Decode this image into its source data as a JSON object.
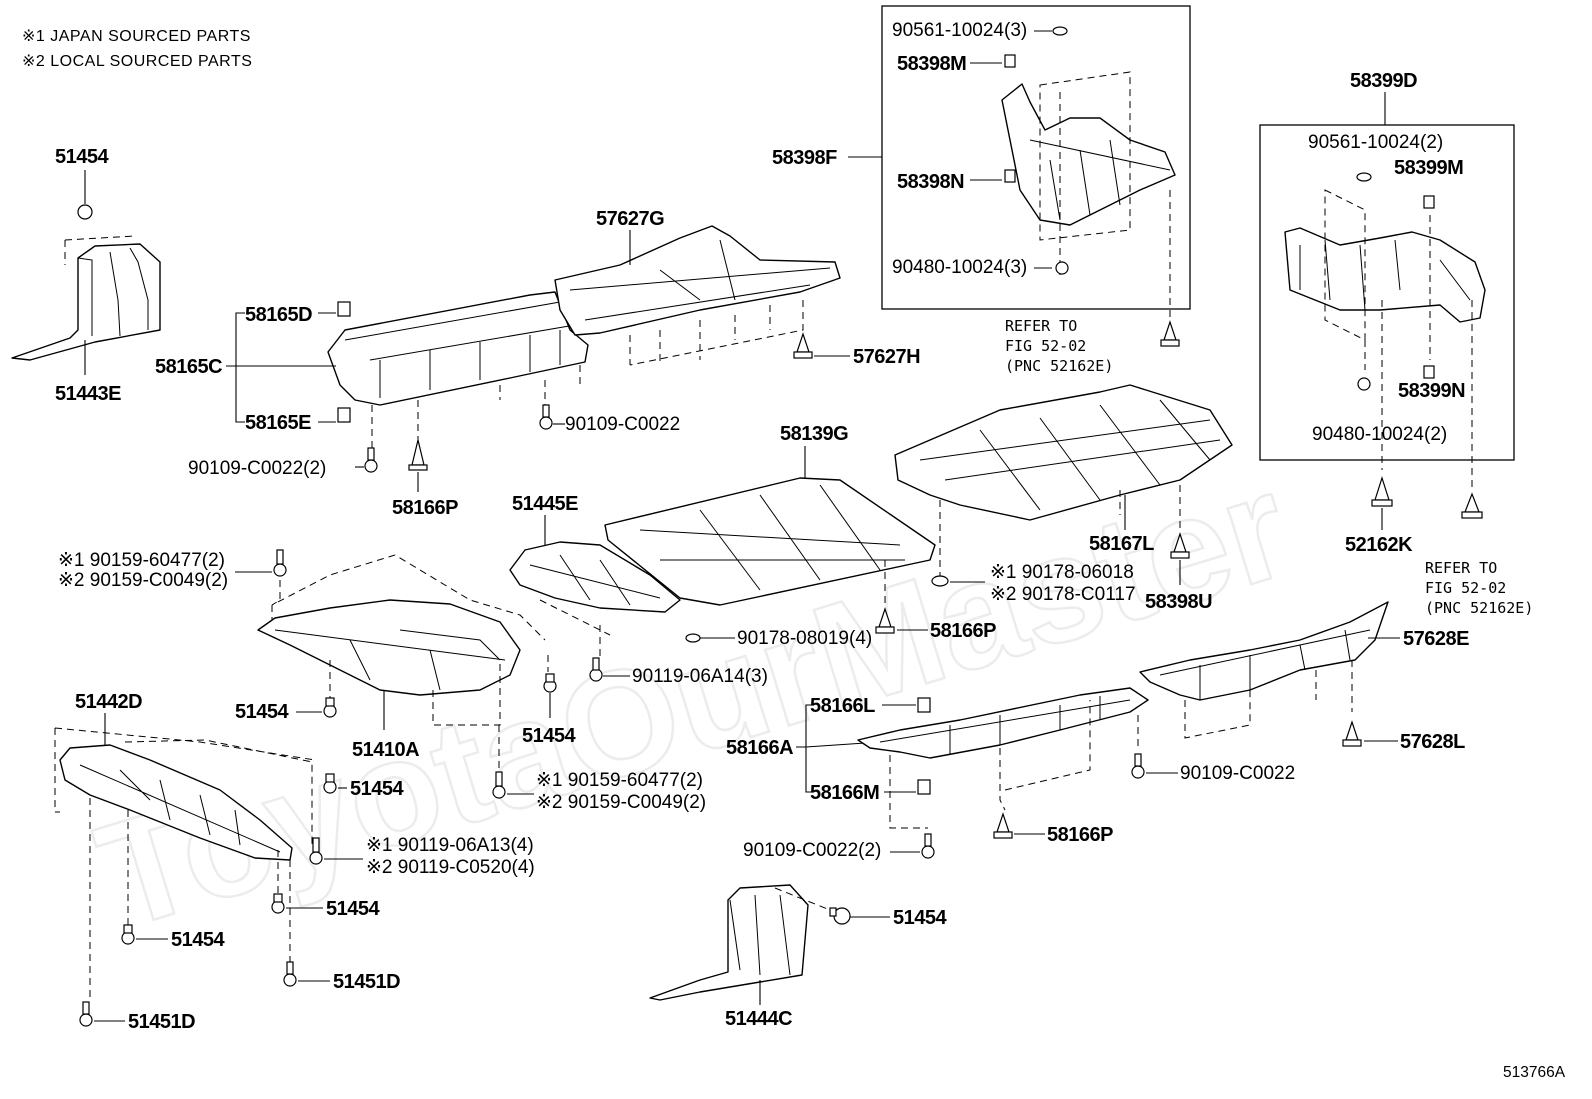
{
  "notes": {
    "note1": "※1  JAPAN SOURCED PARTS",
    "note2": "※2  LOCAL SOURCED PARTS"
  },
  "figure_id": "513766A",
  "watermark": "ToyotaOurMaster",
  "labels": {
    "p51454_a": "51454",
    "p51443E": "51443E",
    "p58165D": "58165D",
    "p58165C": "58165C",
    "p58165E": "58165E",
    "p57627G": "57627G",
    "p57627H": "57627H",
    "p90109_C0022_a": "90109-C0022",
    "p90109_C0022_2_a": "90109-C0022(2)",
    "p58166P_a": "58166P",
    "p58398F": "58398F",
    "p90561_3": "90561-10024(3)",
    "p58398M": "58398M",
    "p58398N": "58398N",
    "p90480_3": "90480-10024(3)",
    "ref1_l1": "REFER TO",
    "ref1_l2": "FIG 52-02",
    "ref1_l3": "(PNC 52162E)",
    "p58399D": "58399D",
    "p90561_2": "90561-10024(2)",
    "p58399M": "58399M",
    "p58399N": "58399N",
    "p90480_2": "90480-10024(2)",
    "p52162K": "52162K",
    "ref2_l1": "REFER TO",
    "ref2_l2": "FIG 52-02",
    "ref2_l3": "(PNC 52162E)",
    "p58139G": "58139G",
    "p58167L": "58167L",
    "p58398U": "58398U",
    "p51445E": "51445E",
    "n1_90159_60477_a": "※1 90159-60477(2)",
    "n2_90159_C0049_a": "※2 90159-C0049(2)",
    "n1_90178_06018": "※1 90178-06018",
    "n2_90178_C0117": "※2 90178-C0117",
    "p90178_08019": "90178-08019(4)",
    "p58166P_b": "58166P",
    "p90119_06A14": "90119-06A14(3)",
    "p51454_b": "51454",
    "p51410A": "51410A",
    "p51454_c": "51454",
    "p57628E": "57628E",
    "p57628L": "57628L",
    "p51442D": "51442D",
    "p51454_d": "51454",
    "n1_90159_60477_b": "※1 90159-60477(2)",
    "n2_90159_C0049_b": "※2 90159-C0049(2)",
    "n1_90119_06A13": "※1 90119-06A13(4)",
    "n2_90119_C0520": "※2 90119-C0520(4)",
    "p51454_e": "51454",
    "p51454_f": "51454",
    "p51451D_a": "51451D",
    "p51451D_b": "51451D",
    "p58166L": "58166L",
    "p58166A": "58166A",
    "p58166M": "58166M",
    "p90109_C0022_b": "90109-C0022",
    "p90109_C0022_2_b": "90109-C0022(2)",
    "p58166P_c": "58166P",
    "p51454_g": "51454",
    "p51444C": "51444C"
  }
}
